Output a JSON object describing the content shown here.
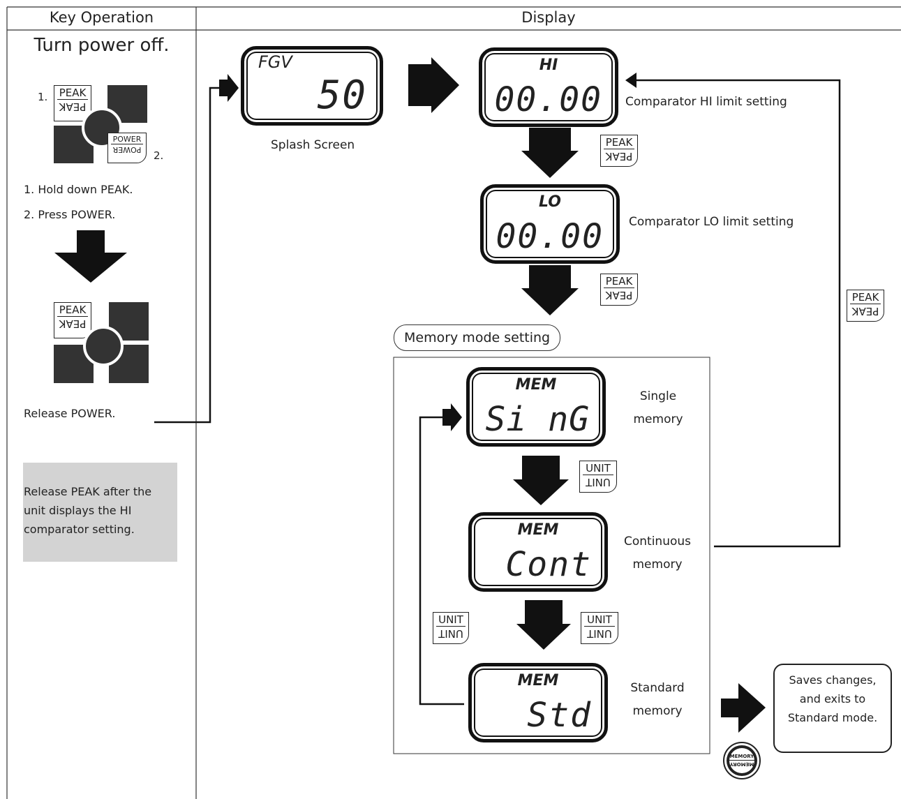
{
  "header": {
    "key_operation": "Key Operation",
    "display": "Display"
  },
  "left": {
    "title": "Turn power off.",
    "step1_num": "1.",
    "step2_num": "2.",
    "key_peak": "PEAK",
    "key_power": "POWER",
    "instr1": "1. Hold down PEAK.",
    "instr2": "2. Press POWER.",
    "release_power": "Release POWER.",
    "note": "Release PEAK after the unit displays the HI comparator setting."
  },
  "displays": {
    "splash": {
      "label": "FGV",
      "value": "50",
      "caption": "Splash Screen"
    },
    "hi": {
      "label": "HI",
      "value": "00.00",
      "caption": "Comparator HI limit setting"
    },
    "lo": {
      "label": "LO",
      "value": "00.00",
      "caption": "Comparator LO limit setting"
    },
    "sing": {
      "label": "MEM",
      "value": "Si nG",
      "caption_1": "Single",
      "caption_2": "memory"
    },
    "cont": {
      "label": "MEM",
      "value": "Cont",
      "caption_1": "Continuous",
      "caption_2": "memory"
    },
    "std": {
      "label": "MEM",
      "value": "Std",
      "caption_1": "Standard",
      "caption_2": "memory"
    }
  },
  "keys": {
    "peak": "PEAK",
    "unit": "UNIT",
    "memory": "MEMORY"
  },
  "memory_mode": "Memory mode setting",
  "saves_box": "Saves changes, and exits to Standard mode.",
  "colors": {
    "frame": "#111111",
    "pad": "#333333",
    "note_bg": "#d3d3d3"
  }
}
